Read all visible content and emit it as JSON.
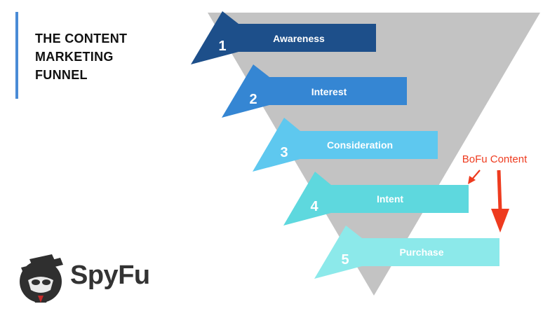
{
  "title": {
    "line1": "THE CONTENT",
    "line2": "MARKETING",
    "line3": "FUNNEL"
  },
  "stages": [
    {
      "number": "1",
      "label": "Awareness",
      "color": "#1d4f8a"
    },
    {
      "number": "2",
      "label": "Interest",
      "color": "#3586d3"
    },
    {
      "number": "3",
      "label": "Consideration",
      "color": "#5ec8ef"
    },
    {
      "number": "4",
      "label": "Intent",
      "color": "#5ed8de"
    },
    {
      "number": "5",
      "label": "Purchase",
      "color": "#8ce9ea"
    }
  ],
  "annotation": {
    "label": "BoFu Content",
    "color": "#ee3b1f"
  },
  "funnel_color": "#c3c3c3",
  "logo": {
    "wordmark": "SpyFu",
    "icon": "spy-mascot-icon"
  }
}
